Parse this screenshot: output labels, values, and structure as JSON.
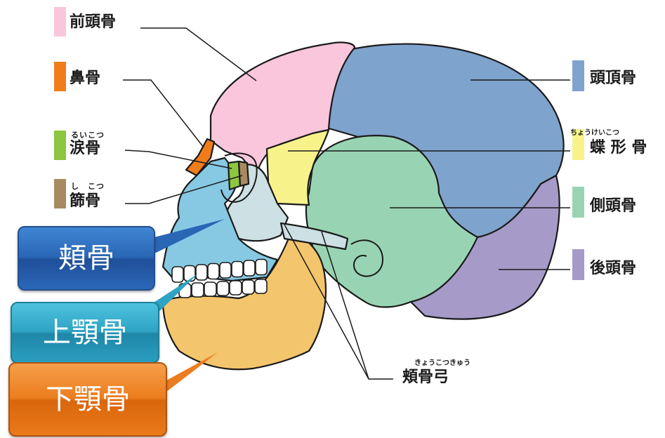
{
  "colors": {
    "frontal": "#f9c6dc",
    "parietal": "#7ea3cd",
    "temporal": "#98d4b3",
    "occipital": "#a59ac8",
    "sphenoid": "#f7f38a",
    "nasal": "#f07d1a",
    "lacrimal": "#8dc63f",
    "ethmoid": "#a88a61",
    "zygomatic": "#cde0e4",
    "maxilla": "#87c9e3",
    "mandible": "#f3c56c",
    "zygomatic_arch": "#cde0e4"
  },
  "labels": {
    "frontal": "前頭骨",
    "nasal": "鼻骨",
    "lacrimal": "涙骨",
    "lacrimal_ruby": "るいこつ",
    "ethmoid": "篩骨",
    "ethmoid_ruby": "し　こつ",
    "parietal": "頭頂骨",
    "sphenoid": "蝶 形 骨",
    "sphenoid_ruby": "ちょうけいこつ",
    "temporal": "側頭骨",
    "occipital": "後頭骨",
    "zygomatic_arch": "頬骨弓",
    "zygomatic_arch_ruby": "きょうこつきゅう"
  },
  "callouts": {
    "zygomatic": "頬骨",
    "maxilla": "上顎骨",
    "mandible": "下顎骨"
  }
}
